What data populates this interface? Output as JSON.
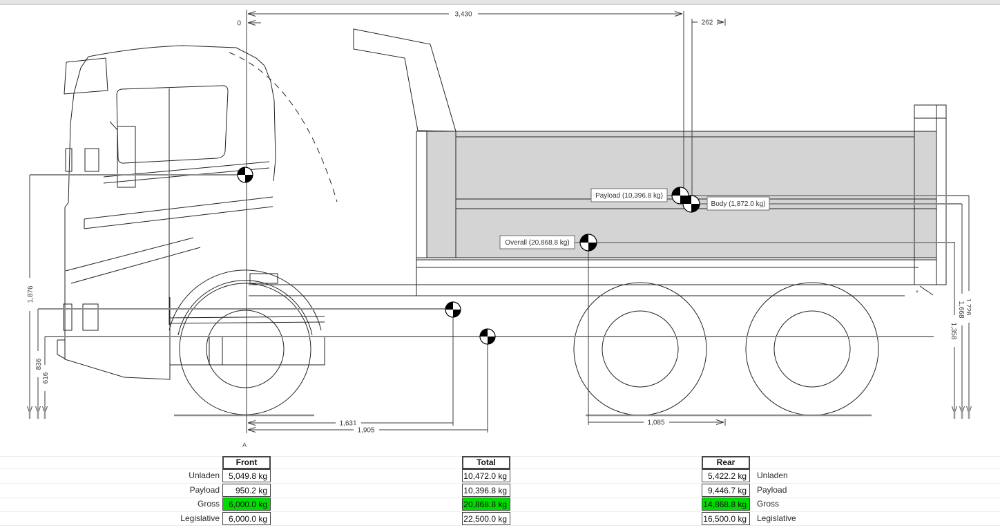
{
  "diagram": {
    "dims_top": {
      "front_axle_to_payload_cg": "3,430",
      "zero_ref": "0",
      "body_cg_to_bogie": "262"
    },
    "dims_left": {
      "h1": "1,876",
      "h2": "836",
      "h3": "616"
    },
    "dims_right": {
      "h1": "1,726",
      "h2": "1,668",
      "h3": "1,358"
    },
    "dims_bottom": {
      "d1": "1,631",
      "d2": "1,905",
      "d3": "1,085"
    },
    "marker_a": "A",
    "marker_plus": "+",
    "labels": {
      "payload": "Payload (10,396.8 kg)",
      "body": "Body (1,872.0 kg)",
      "overall": "Overall (20,868.8 kg)"
    }
  },
  "tables": {
    "row_labels": [
      "Unladen",
      "Payload",
      "Gross",
      "Legislative"
    ],
    "front": {
      "header": "Front",
      "values": [
        "5,049.8 kg",
        "950.2 kg",
        "6,000.0 kg",
        "6,000.0 kg"
      ]
    },
    "total": {
      "header": "Total",
      "values": [
        "10,472.0 kg",
        "10,396.8 kg",
        "20,868.8 kg",
        "22,500.0 kg"
      ]
    },
    "rear": {
      "header": "Rear",
      "values": [
        "5,422.2 kg",
        "9,446.7 kg",
        "14,868.8 kg",
        "16,500.0 kg"
      ]
    },
    "highlight_color": "#00dc00",
    "body_fill_color": "#d4d4d4",
    "leader_line_color": "#8c8c8c"
  }
}
